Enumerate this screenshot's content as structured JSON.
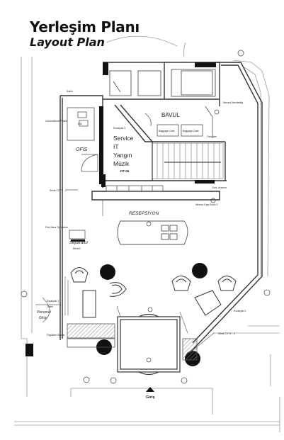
{
  "header": {
    "title_tr": "Yerleşim Planı",
    "title_en": "Layout Plan"
  },
  "rooms": {
    "bavul": "BAVUL",
    "ofis": "OFİS",
    "resepsiyon": "RESEPSİYON",
    "service": "Service",
    "it": "IT",
    "yangin": "Yangın",
    "muzik": "Müzik",
    "dt": "DT-06",
    "separator": "Separator",
    "separator_sub": "BKmD",
    "personel": "Personel",
    "giris_personel": "Girişi",
    "giris": "Giriş"
  },
  "annotations": {
    "kabin": "Kabin",
    "evrakylk": "Evrakyılk 3",
    "evrakylk2": "Evrakyılk 2",
    "evrakylk1": "Evrakyılk 1",
    "mevcut": "Mevcut Mevdetlığı",
    "serat1": "Serat CCTV - 1",
    "serat2": "Serat CCTV - 2",
    "cont": "Cont. Ansırmı",
    "ofis_printer": "Görüntüleme Printer",
    "tiphone": "Pub.Saha Tip Haline",
    "tufek": "Tüfek",
    "orgulden": "Örgülden Barası",
    "mevcut_bodu": "Mevcut Kapı Bodu 2",
    "oxlocker": "Oxlocker",
    "baggage_a": "Baggage Gate",
    "baggage_b": "Baggage Gate",
    "b_label": "B.B"
  },
  "colors": {
    "line": "#3a3a3a",
    "thin": "#8a8a8a",
    "wall": "#111111",
    "hatch": "#9a9a9a"
  }
}
